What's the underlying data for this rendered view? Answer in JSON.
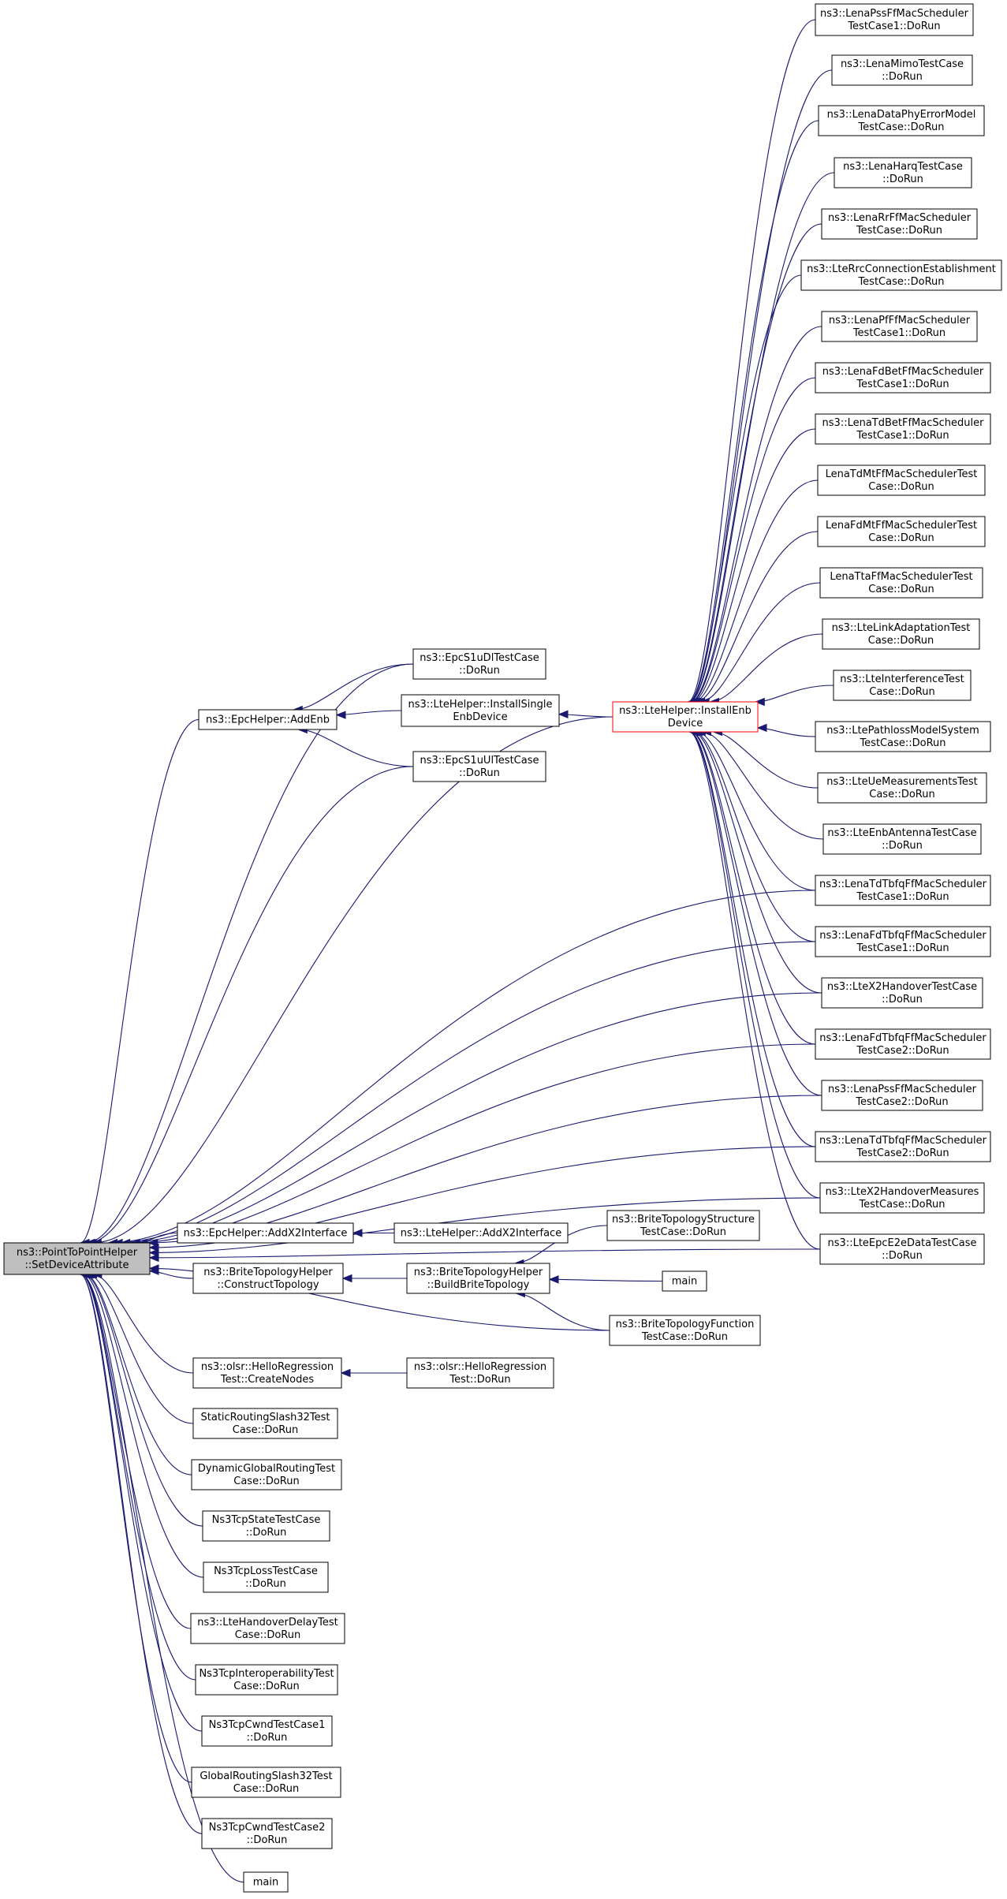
{
  "colors": {
    "edge": "#191970",
    "root_fill": "#bfbfbf",
    "highlight_border": "#ff0000",
    "node_border": "#000000"
  },
  "nodes": {
    "root": [
      "ns3::PointToPointHelper",
      "::SetDeviceAttribute"
    ],
    "epc_add_enb": [
      "ns3::EpcHelper::AddEnb"
    ],
    "epc_s1u_dl": [
      "ns3::EpcS1uDlTestCase",
      "::DoRun"
    ],
    "lte_install_single": [
      "ns3::LteHelper::InstallSingle",
      "EnbDevice"
    ],
    "epc_s1u_ul": [
      "ns3::EpcS1uUlTestCase",
      "::DoRun"
    ],
    "lte_install_enb": [
      "ns3::LteHelper::InstallEnb",
      "Device"
    ],
    "pss1": [
      "ns3::LenaPssFfMacScheduler",
      "TestCase1::DoRun"
    ],
    "mimo": [
      "ns3::LenaMimoTestCase",
      "::DoRun"
    ],
    "dataphy": [
      "ns3::LenaDataPhyErrorModel",
      "TestCase::DoRun"
    ],
    "harq": [
      "ns3::LenaHarqTestCase",
      "::DoRun"
    ],
    "rr": [
      "ns3::LenaRrFfMacScheduler",
      "TestCase::DoRun"
    ],
    "rrc": [
      "ns3::LteRrcConnectionEstablishment",
      "TestCase::DoRun"
    ],
    "pf": [
      "ns3::LenaPfFfMacScheduler",
      "TestCase1::DoRun"
    ],
    "fdbet": [
      "ns3::LenaFdBetFfMacScheduler",
      "TestCase1::DoRun"
    ],
    "tdbet": [
      "ns3::LenaTdBetFfMacScheduler",
      "TestCase1::DoRun"
    ],
    "tdmt": [
      "LenaTdMtFfMacSchedulerTest",
      "Case::DoRun"
    ],
    "fdmt": [
      "LenaFdMtFfMacSchedulerTest",
      "Case::DoRun"
    ],
    "tta": [
      "LenaTtaFfMacSchedulerTest",
      "Case::DoRun"
    ],
    "linkadapt": [
      "ns3::LteLinkAdaptationTest",
      "Case::DoRun"
    ],
    "interf": [
      "ns3::LteInterferenceTest",
      "Case::DoRun"
    ],
    "pathloss": [
      "ns3::LtePathlossModelSystem",
      "TestCase::DoRun"
    ],
    "uemeas": [
      "ns3::LteUeMeasurementsTest",
      "Case::DoRun"
    ],
    "enbant": [
      "ns3::LteEnbAntennaTestCase",
      "::DoRun"
    ],
    "tdtbfq1": [
      "ns3::LenaTdTbfqFfMacScheduler",
      "TestCase1::DoRun"
    ],
    "fdtbfq1": [
      "ns3::LenaFdTbfqFfMacScheduler",
      "TestCase1::DoRun"
    ],
    "x2ho": [
      "ns3::LteX2HandoverTestCase",
      "::DoRun"
    ],
    "fdtbfq2": [
      "ns3::LenaFdTbfqFfMacScheduler",
      "TestCase2::DoRun"
    ],
    "pss2": [
      "ns3::LenaPssFfMacScheduler",
      "TestCase2::DoRun"
    ],
    "tdtbfq2": [
      "ns3::LenaTdTbfqFfMacScheduler",
      "TestCase2::DoRun"
    ],
    "x2hom": [
      "ns3::LteX2HandoverMeasures",
      "TestCase::DoRun"
    ],
    "epce2e": [
      "ns3::LteEpcE2eDataTestCase",
      "::DoRun"
    ],
    "epc_addx2": [
      "ns3::EpcHelper::AddX2Interface"
    ],
    "lte_addx2": [
      "ns3::LteHelper::AddX2Interface"
    ],
    "brite_construct": [
      "ns3::BriteTopologyHelper",
      "::ConstructTopology"
    ],
    "brite_build": [
      "ns3::BriteTopologyHelper",
      "::BuildBriteTopology"
    ],
    "brite_struct": [
      "ns3::BriteTopologyStructure",
      "TestCase::DoRun"
    ],
    "main1": [
      "main"
    ],
    "brite_func": [
      "ns3::BriteTopologyFunction",
      "TestCase::DoRun"
    ],
    "olsr_create": [
      "ns3::olsr::HelloRegression",
      "Test::CreateNodes"
    ],
    "olsr_dorun": [
      "ns3::olsr::HelloRegression",
      "Test::DoRun"
    ],
    "static32": [
      "StaticRoutingSlash32Test",
      "Case::DoRun"
    ],
    "dynglobal": [
      "DynamicGlobalRoutingTest",
      "Case::DoRun"
    ],
    "tcpstate": [
      "Ns3TcpStateTestCase",
      "::DoRun"
    ],
    "tcploss": [
      "Ns3TcpLossTestCase",
      "::DoRun"
    ],
    "hodelay": [
      "ns3::LteHandoverDelayTest",
      "Case::DoRun"
    ],
    "tcpinterop": [
      "Ns3TcpInteroperabilityTest",
      "Case::DoRun"
    ],
    "cwnd1": [
      "Ns3TcpCwndTestCase1",
      "::DoRun"
    ],
    "global32": [
      "GlobalRoutingSlash32Test",
      "Case::DoRun"
    ],
    "cwnd2": [
      "Ns3TcpCwndTestCase2",
      "::DoRun"
    ],
    "main2": [
      "main"
    ]
  }
}
